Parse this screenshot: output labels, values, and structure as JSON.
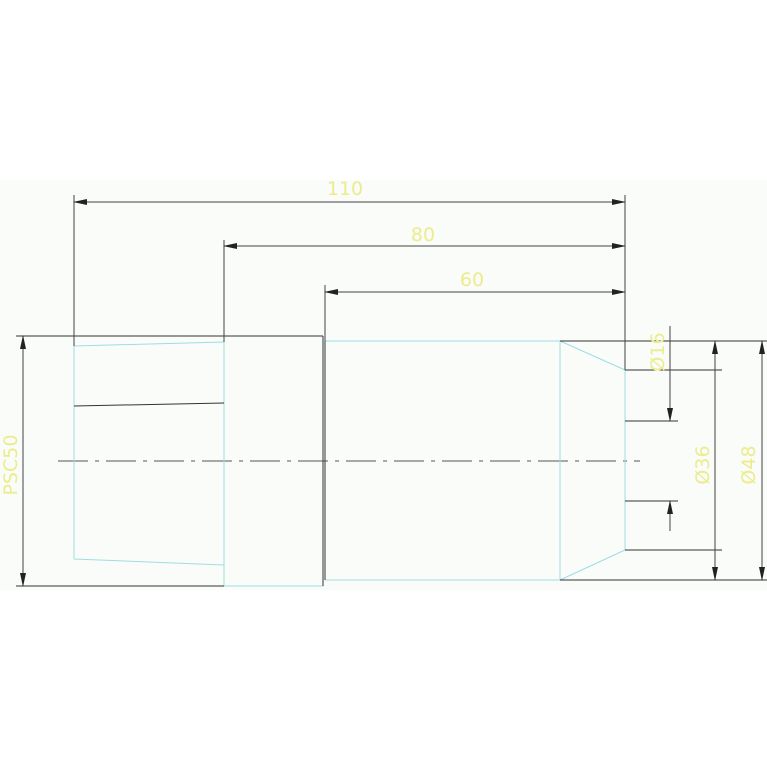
{
  "colors": {
    "background": "#ffffff",
    "sheet": "#fafcf9",
    "outline": "#9fdde3",
    "dimension": "#444444",
    "text": "#ecec8c",
    "centerline": "#555555"
  },
  "dimensions": {
    "length_110": "110",
    "length_80": "80",
    "length_60": "60",
    "diameter_16": "Ø16",
    "diameter_36": "Ø36",
    "diameter_48": "Ø48",
    "thread": "PSC50"
  }
}
